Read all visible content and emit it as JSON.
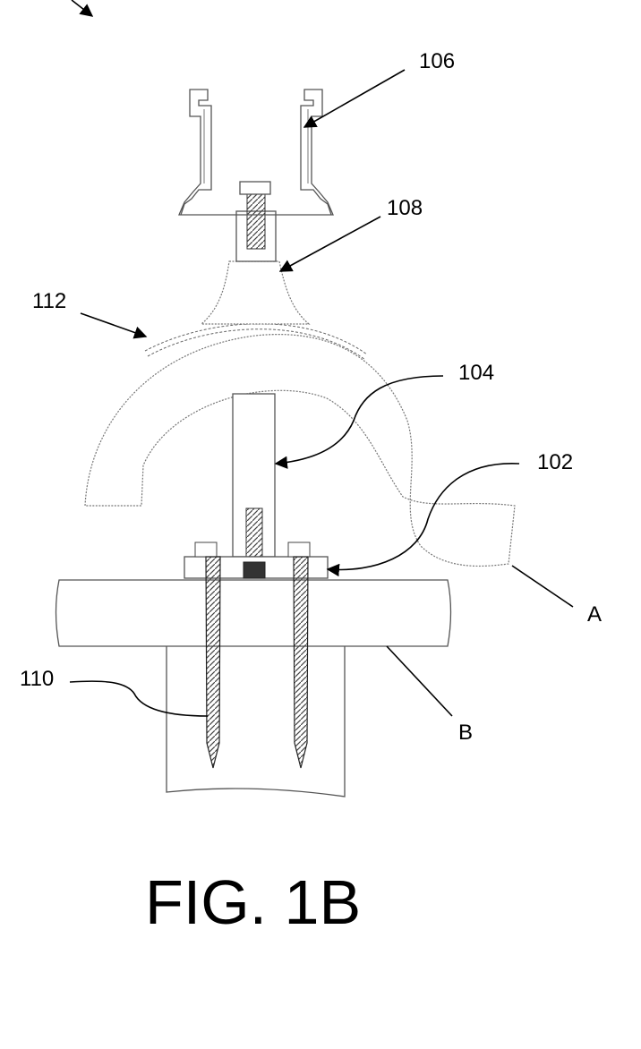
{
  "figure": {
    "caption": "FIG. 1B",
    "labels": {
      "l106": "106",
      "l108": "108",
      "l112": "112",
      "l104": "104",
      "l102": "102",
      "l110": "110",
      "lA": "A",
      "lB": "B"
    }
  }
}
